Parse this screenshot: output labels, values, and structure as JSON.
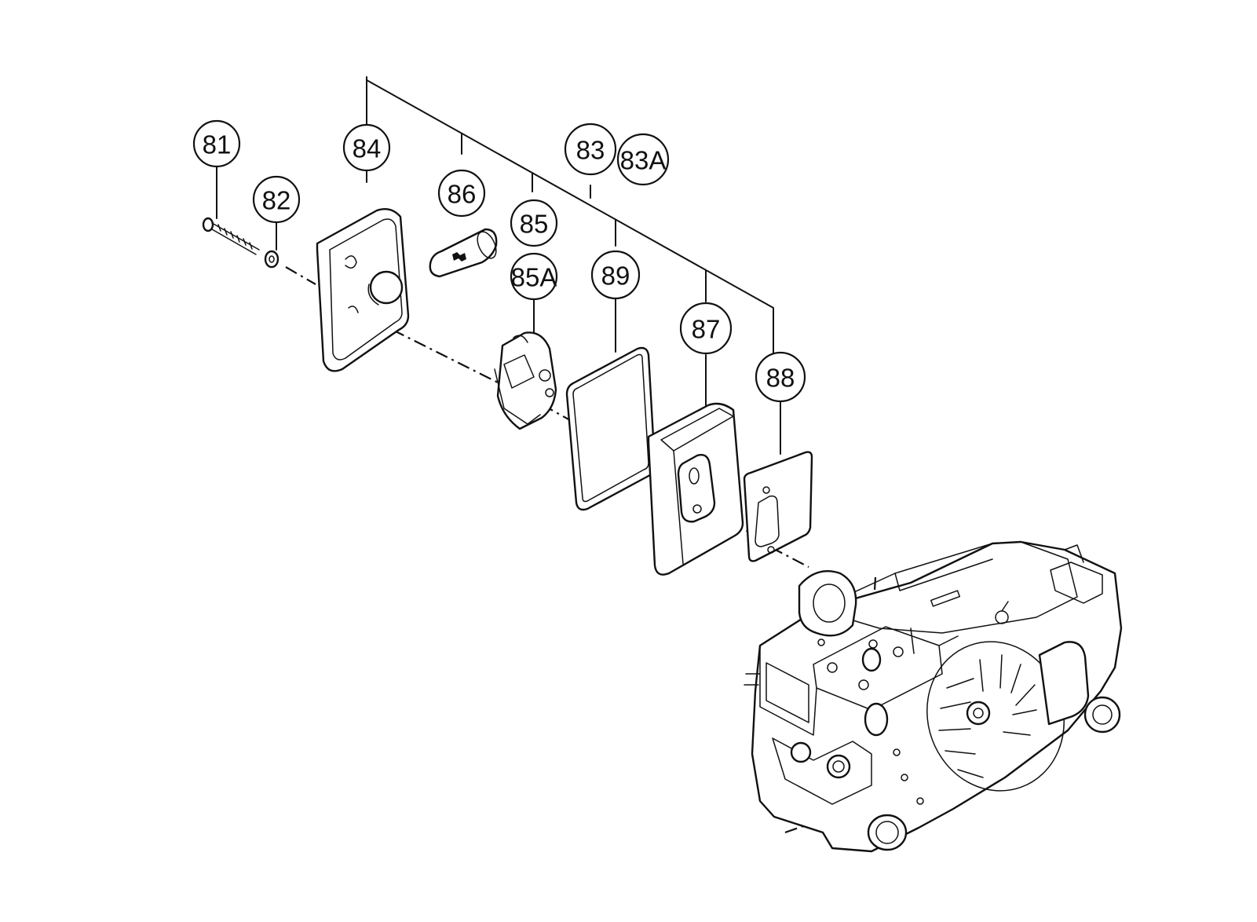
{
  "callouts": [
    {
      "id": "81",
      "label": "81"
    },
    {
      "id": "82",
      "label": "82"
    },
    {
      "id": "84",
      "label": "84"
    },
    {
      "id": "86",
      "label": "86"
    },
    {
      "id": "85",
      "label": "85"
    },
    {
      "id": "85A",
      "label": "85A"
    },
    {
      "id": "83",
      "label": "83"
    },
    {
      "id": "83A",
      "label": "83A"
    },
    {
      "id": "89",
      "label": "89"
    },
    {
      "id": "87",
      "label": "87"
    },
    {
      "id": "88",
      "label": "88"
    }
  ],
  "colors": {
    "ink": "#111111",
    "background": "#ffffff"
  }
}
